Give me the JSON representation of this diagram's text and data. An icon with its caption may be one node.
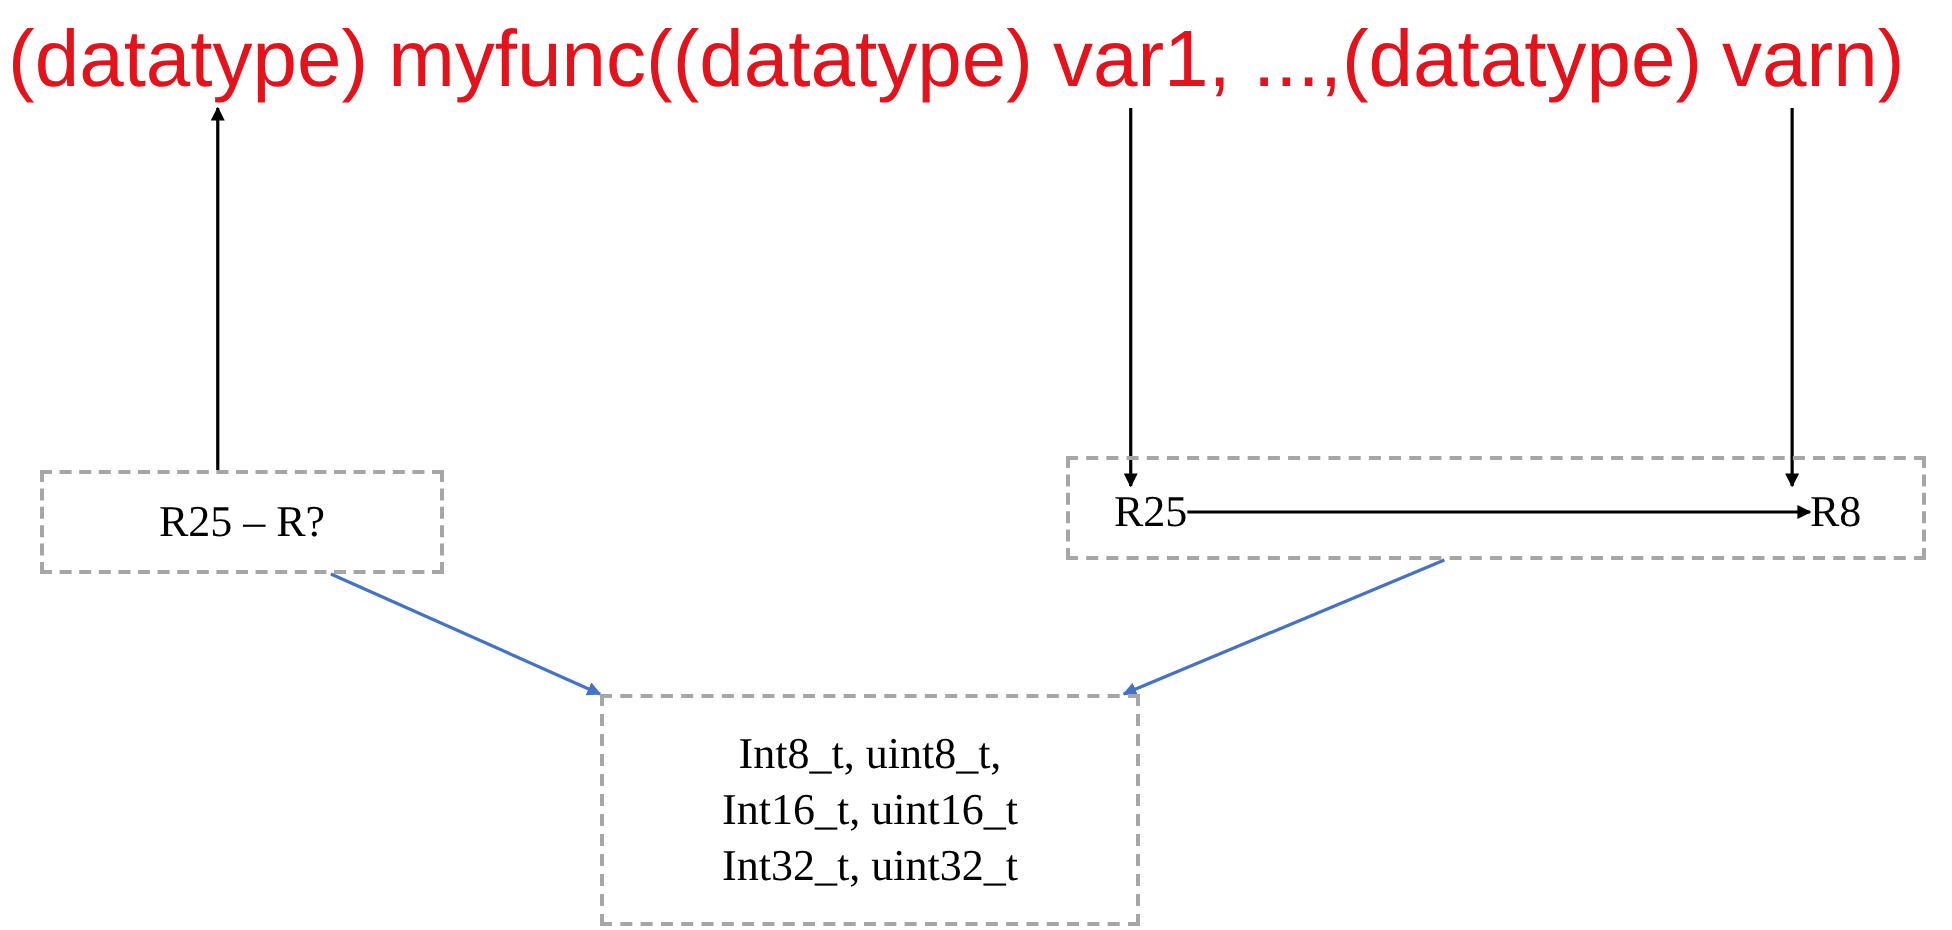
{
  "diagram": {
    "nodes": [
      {
        "text": [
          "(datatype)"
        ]
      },
      {
        "text": [
          "var1"
        ]
      },
      {
        "text": [
          "varn"
        ]
      },
      {
        "text": [
          "R25 – R?"
        ]
      },
      {
        "text": [],
        "shape": "box"
      },
      {
        "text": [
          "R25"
        ],
        "in": 4
      },
      {
        "text": [
          "R8"
        ],
        "in": 4
      },
      {
        "text": [
          "Int8_t, uint8_t, Int16_t, uint16_t Int32_t, uint32_t"
        ]
      }
    ],
    "edges": [
      {
        "from": 3,
        "to": 0,
        "arrow": "to"
      },
      {
        "from": 1,
        "to": 5,
        "arrow": "to"
      },
      {
        "from": 2,
        "to": 6,
        "arrow": "to"
      },
      {
        "from": 5,
        "to": 6,
        "arrow": "to"
      },
      {
        "from": 3,
        "to": 7,
        "arrow": "to",
        "color": "#4472c4"
      },
      {
        "from": 4,
        "to": 7,
        "arrow": "to",
        "color": "#4472c4"
      }
    ],
    "labels": [
      "myfunc((datatype)",
      ", ...,(datatype)",
      ")"
    ]
  }
}
